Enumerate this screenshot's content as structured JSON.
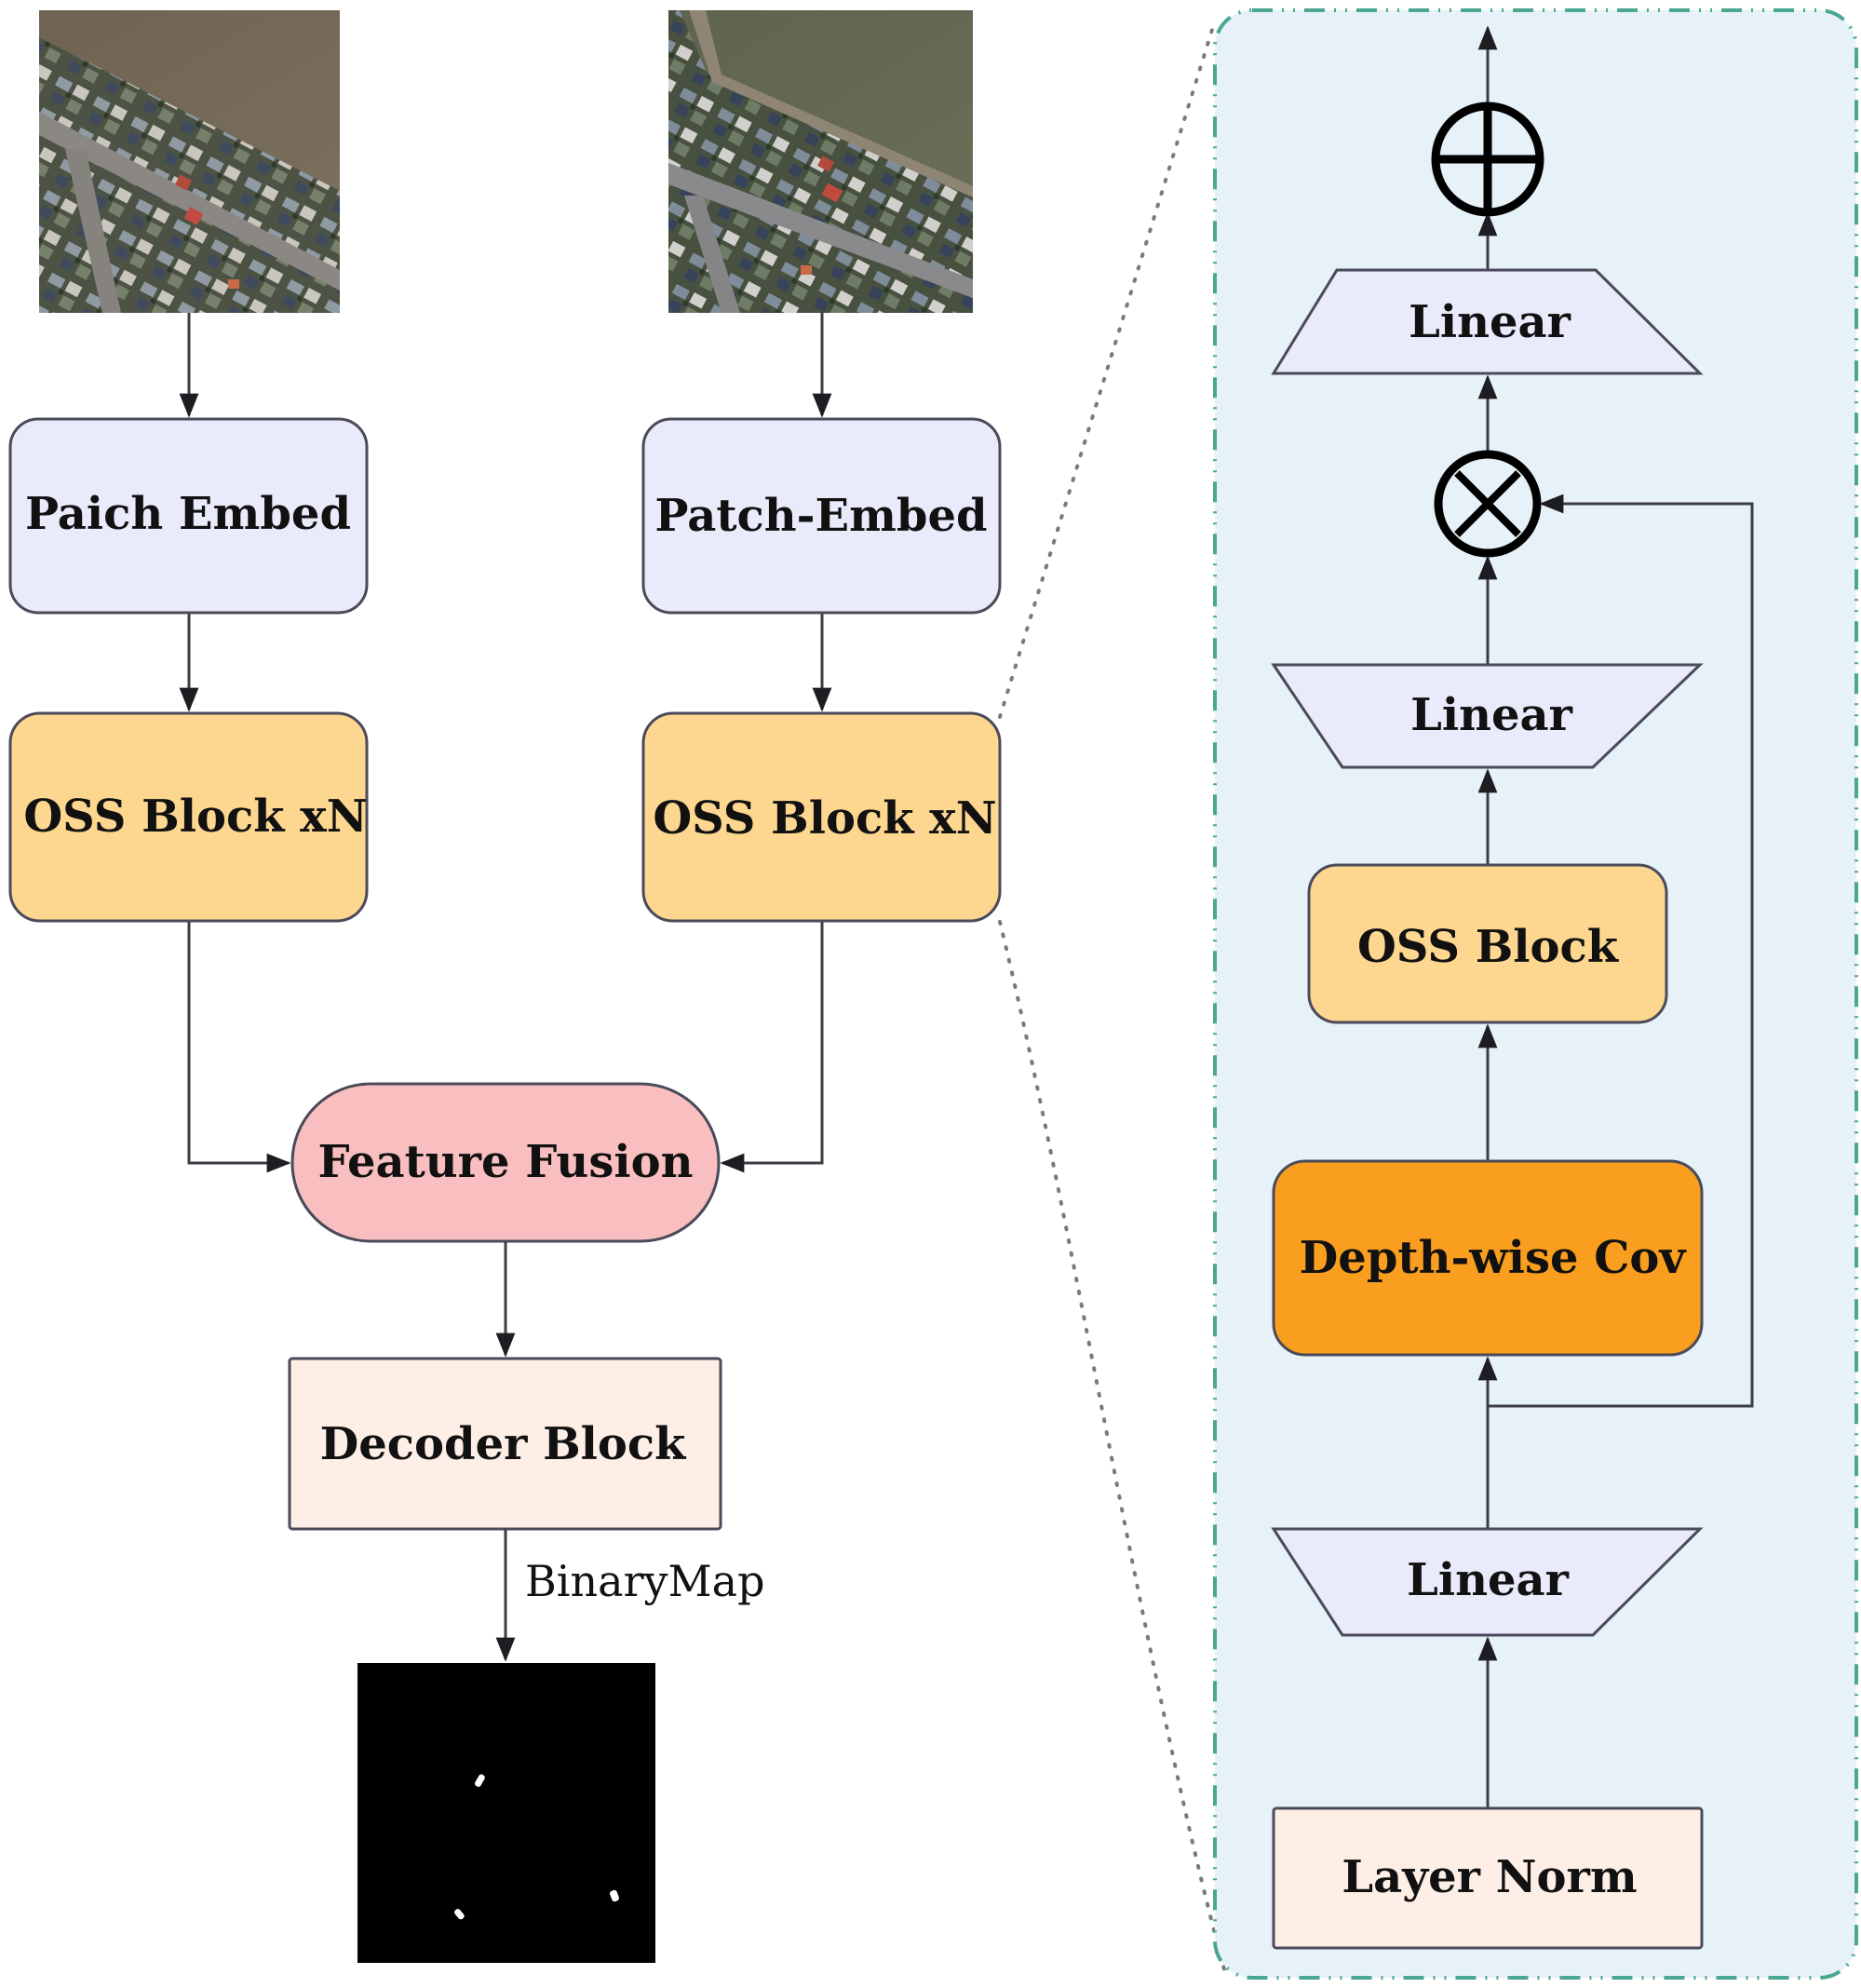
{
  "diagram": {
    "title": "",
    "colors": {
      "embed_fill": "#e9ebfb",
      "oss_fill": "#fdd78f",
      "fusion_fill": "#f9bfc0",
      "decoder_fill": "#fdeee6",
      "depthwise_fill": "#f99e1e",
      "linear_fill": "#e9ebfb",
      "panel_fill": "#e6f1f8",
      "panel_border": "#4aa88f",
      "edge": "#3d3d44",
      "binary_bg": "#000000"
    },
    "left_branch": {
      "input_image": "satellite image (time 1)",
      "embed_label": "Paich Embed",
      "oss_label": "OSS Block xN"
    },
    "right_branch": {
      "input_image": "satellite image (time 2)",
      "embed_label": "Patch-Embed",
      "oss_label": "OSS Block xN"
    },
    "fusion": {
      "label": "Feature Fusion"
    },
    "decoder": {
      "label": "Decoder Block"
    },
    "output": {
      "edge_label": "BinaryMap",
      "image": "binary change map"
    },
    "detail_panel": {
      "add_symbol": "⊕",
      "multiply_symbol": "⊗",
      "linear_top_label": "Linear",
      "linear_mid_label": "Linear",
      "oss_label": "OSS Block",
      "depthwise_label": "Depth-wise Cov",
      "linear_bottom_label": "Linear",
      "layernorm_label": "Layer Norm"
    }
  }
}
